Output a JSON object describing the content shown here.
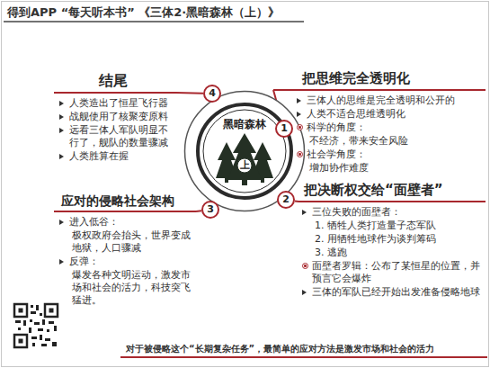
{
  "diagram": {
    "title": "得到APP “每天听本书” 《三体2·黑暗森林（上）》",
    "caption": "对于被侵略这个“长期复杂任务”，最简单的应对方法是激发市场和社会的活力",
    "nodes": [
      {
        "text": [
          "黑暗森林",
          "上"
        ]
      },
      {
        "text": [
          "1"
        ]
      },
      {
        "text": [
          "把思维完全透明化",
          "三体人的思维是完全透明和公开的",
          "人类不适合思维透明化",
          "科学的角度：",
          "不经济，带来安全风险",
          "社会学角度：",
          "增加协作难度"
        ]
      },
      {
        "text": [
          "2"
        ]
      },
      {
        "text": [
          "把决断权交给“面壁者”",
          "三位失败的面壁者：",
          "1. 牺牲人类打造量子态军队",
          "2. 用牺牲地球作为谈判筹码",
          "3. 逃跑",
          "面壁者罗辑：公布了某恒星的位置，并预言它会爆炸",
          "三体的军队已经开始出发准备侵略地球"
        ]
      },
      {
        "text": [
          "3"
        ]
      },
      {
        "text": [
          "应对的侵略社会架构",
          "进入低谷：",
          "极权政府会抬头，世界变成地狱，人口骤减",
          "反弹：",
          "爆发各种文明运动，激发市场和社会的活力，科技突飞猛进。"
        ]
      },
      {
        "text": [
          "4"
        ]
      },
      {
        "text": [
          "结尾",
          "人类造出了恒星飞行器",
          "战舰使用了核聚变原料",
          "远看三体人军队明显不行了，舰队的数量骤减",
          "人类胜算在握"
        ]
      }
    ],
    "edges": [
      {
        "from": 1,
        "to": 2,
        "arrow": "none"
      },
      {
        "from": 3,
        "to": 4,
        "arrow": "none"
      },
      {
        "from": 5,
        "to": 6,
        "arrow": "none"
      },
      {
        "from": 7,
        "to": 8,
        "arrow": "none"
      }
    ]
  }
}
